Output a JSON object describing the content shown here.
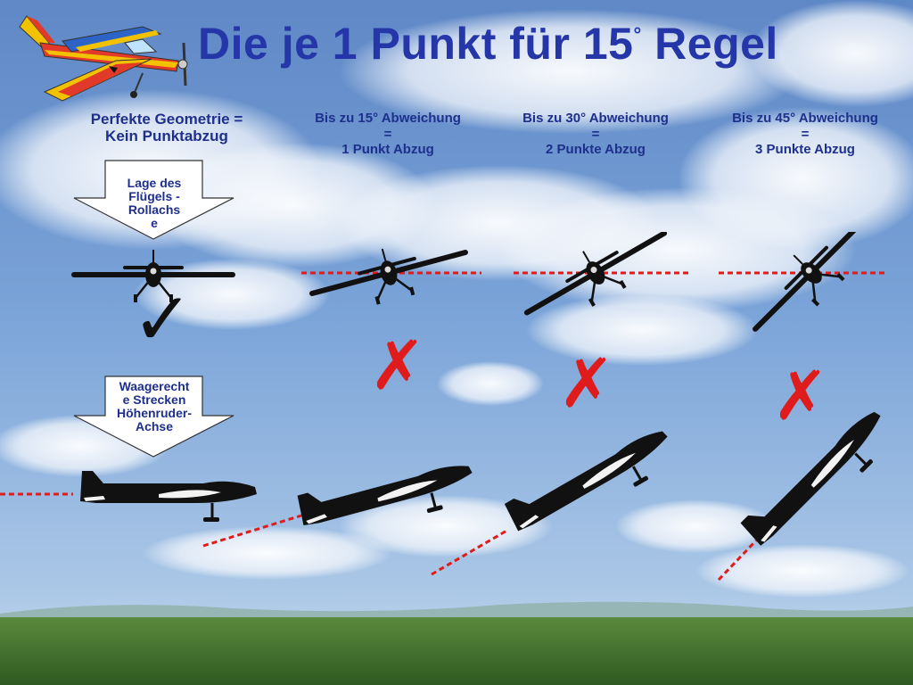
{
  "title": {
    "text": "Die je 1 Punkt für 15",
    "degree": "°",
    "suffix": "Regel"
  },
  "columns": [
    {
      "line1": "Perfekte Geometrie =",
      "line2": "Kein Punktabzug"
    },
    {
      "line1": "Bis zu 15° Abweichung",
      "line2": "=",
      "line3": "1 Punkt Abzug"
    },
    {
      "line1": "Bis zu 30° Abweichung",
      "line2": "=",
      "line3": "2 Punkte Abzug"
    },
    {
      "line1": "Bis zu 45° Abweichung",
      "line2": "=",
      "line3": "3 Punkte Abzug"
    }
  ],
  "arrow_labels": {
    "roll_axis": [
      "Lage des",
      "Flügels -",
      "Rollachs",
      "e"
    ],
    "pitch_axis": [
      "Waagerecht",
      "e Strecken",
      "Höhenruder-",
      "Achse"
    ]
  },
  "symbols": {
    "ok": "✓",
    "fail": "✗"
  },
  "colors": {
    "title": "#2436a8",
    "heading": "#1e2f8c",
    "reference_line": "#e01b1b",
    "silhouette": "#111111"
  },
  "deviation_angles_deg": [
    0,
    15,
    30,
    45
  ]
}
